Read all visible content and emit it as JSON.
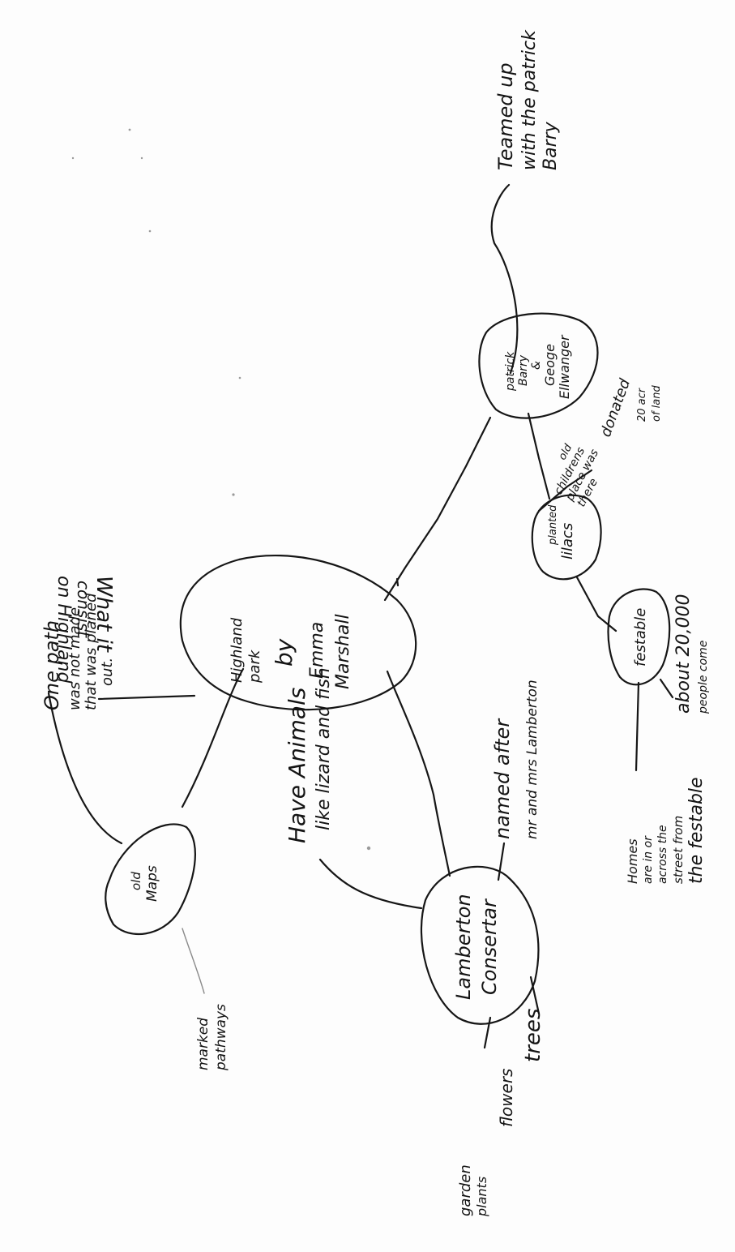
{
  "mind_map": {
    "center": {
      "lines": [
        "Highland",
        "park",
        "by",
        "Emma",
        "Marshall"
      ]
    },
    "nodes": {
      "old_maps": {
        "lines": [
          "old",
          "Maps"
        ]
      },
      "lamberton": {
        "lines": [
          "Lamberton",
          "Consertar"
        ]
      },
      "patrick": {
        "lines": [
          "patrick",
          "Barry",
          "&",
          "Geoge",
          "Ellwanger"
        ]
      },
      "lilacs": {
        "lines": [
          "planted",
          "lilacs"
        ]
      },
      "festable": {
        "lines": [
          "festable"
        ]
      }
    },
    "notes": {
      "path_not_made": [
        "One path",
        "was not made",
        "that was planed",
        "out."
      ],
      "marked_pathways": [
        "marked",
        "pathways"
      ],
      "animals": [
        "Have Animals",
        "like lizard and fish"
      ],
      "named_after": [
        "named after",
        "mr and mrs Lamberton"
      ],
      "trees": "trees",
      "flowers": "flowers",
      "garden_plants": [
        "garden",
        "plants"
      ],
      "what_it_consist": [
        "What it",
        "consist",
        "on Highland"
      ],
      "teamed_up": [
        "Teamed up",
        "with the patrick",
        "Barry"
      ],
      "children_place": [
        "old",
        "childrens",
        "place was",
        "there"
      ],
      "donated": [
        "donated",
        "20 acr",
        "of land"
      ],
      "twenty_thousand": [
        "about 20,000",
        "people come"
      ],
      "homes": [
        "Homes",
        "are in or",
        "across the",
        "street from",
        "the festable"
      ]
    }
  }
}
